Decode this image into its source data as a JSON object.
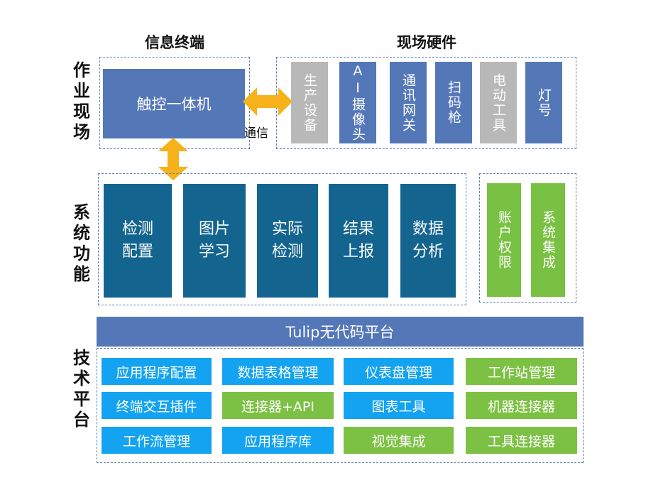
{
  "rows": {
    "field": "作业现场",
    "function": "系统功能",
    "tech": "技术平台"
  },
  "terminal": {
    "title": "信息终端",
    "device": "触控一体机"
  },
  "hardware": {
    "title": "现场硬件",
    "items": [
      "生产设备",
      "AI摄像头",
      "通讯网关",
      "扫码枪",
      "电动工具",
      "灯号"
    ]
  },
  "connection": {
    "label": "通信"
  },
  "functions": {
    "main": [
      "检测\n配置",
      "图片\n学习",
      "实际\n检测",
      "结果\n上报",
      "数据\n分析"
    ],
    "side": [
      "账户权限",
      "系统集成"
    ]
  },
  "platform": {
    "banner": "Tulip无代码平台",
    "cells": [
      [
        "应用程序配置",
        "数据表格管理",
        "仪表盘管理",
        "工作站管理"
      ],
      [
        "终端交互插件",
        "连接器+API",
        "图表工具",
        "机器连接器"
      ],
      [
        "工作流管理",
        "应用程序库",
        "视觉集成",
        "工具连接器"
      ]
    ]
  },
  "colors": {
    "steel_blue": "#5477b8",
    "dark_teal_blue": "#136590",
    "bright_blue": "#13a3f1",
    "green": "#7cc143",
    "grey": "#b8b8b8",
    "arrow_orange": "#f6b21b"
  }
}
